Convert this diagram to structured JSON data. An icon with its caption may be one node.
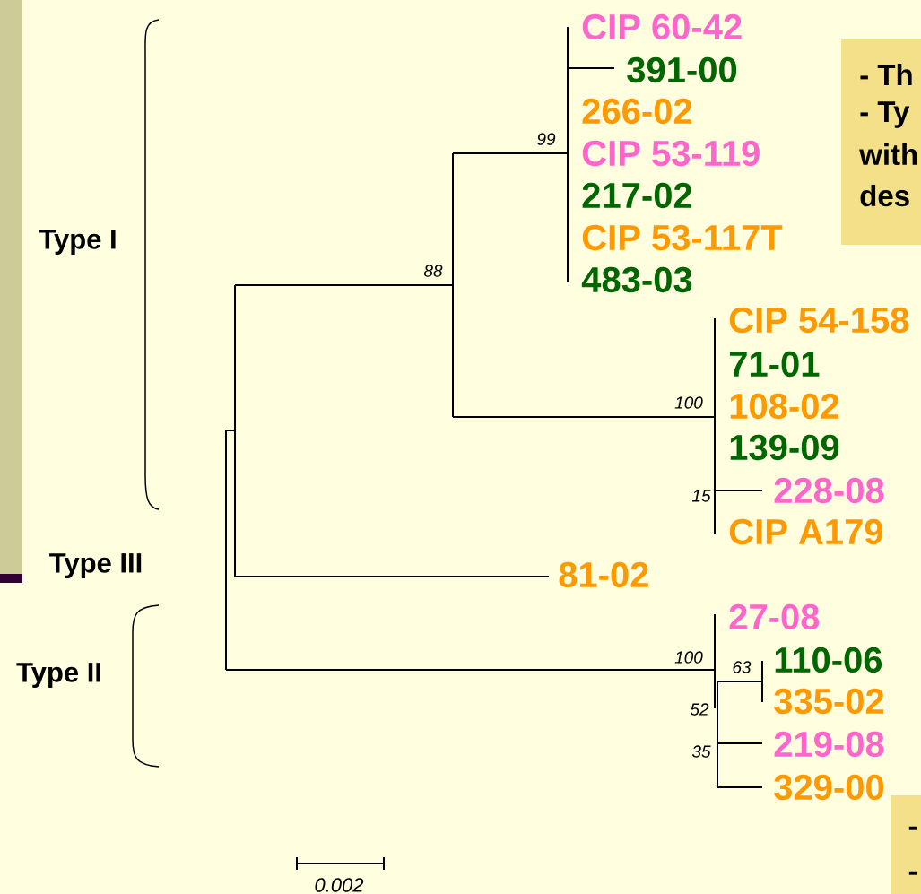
{
  "diagram": {
    "labels": [
      "CIP 60-42",
      "391-00",
      "- Th",
      "266-02",
      "- Ty",
      "99",
      "CIP 53-119",
      "with",
      "217-02",
      "des",
      "Type I",
      "CIP 53-117T",
      "88",
      "483-03",
      "CIP 54-158",
      "71-01",
      "100",
      "108-02",
      "139-09",
      "15",
      "228-08",
      "CIP A179",
      "Type III",
      "81-02",
      "27-08",
      "Type II",
      "100",
      "63",
      "110-06",
      "52",
      "335-02",
      "35",
      "219-08",
      "329-00",
      "-",
      "-",
      "0.002"
    ]
  }
}
